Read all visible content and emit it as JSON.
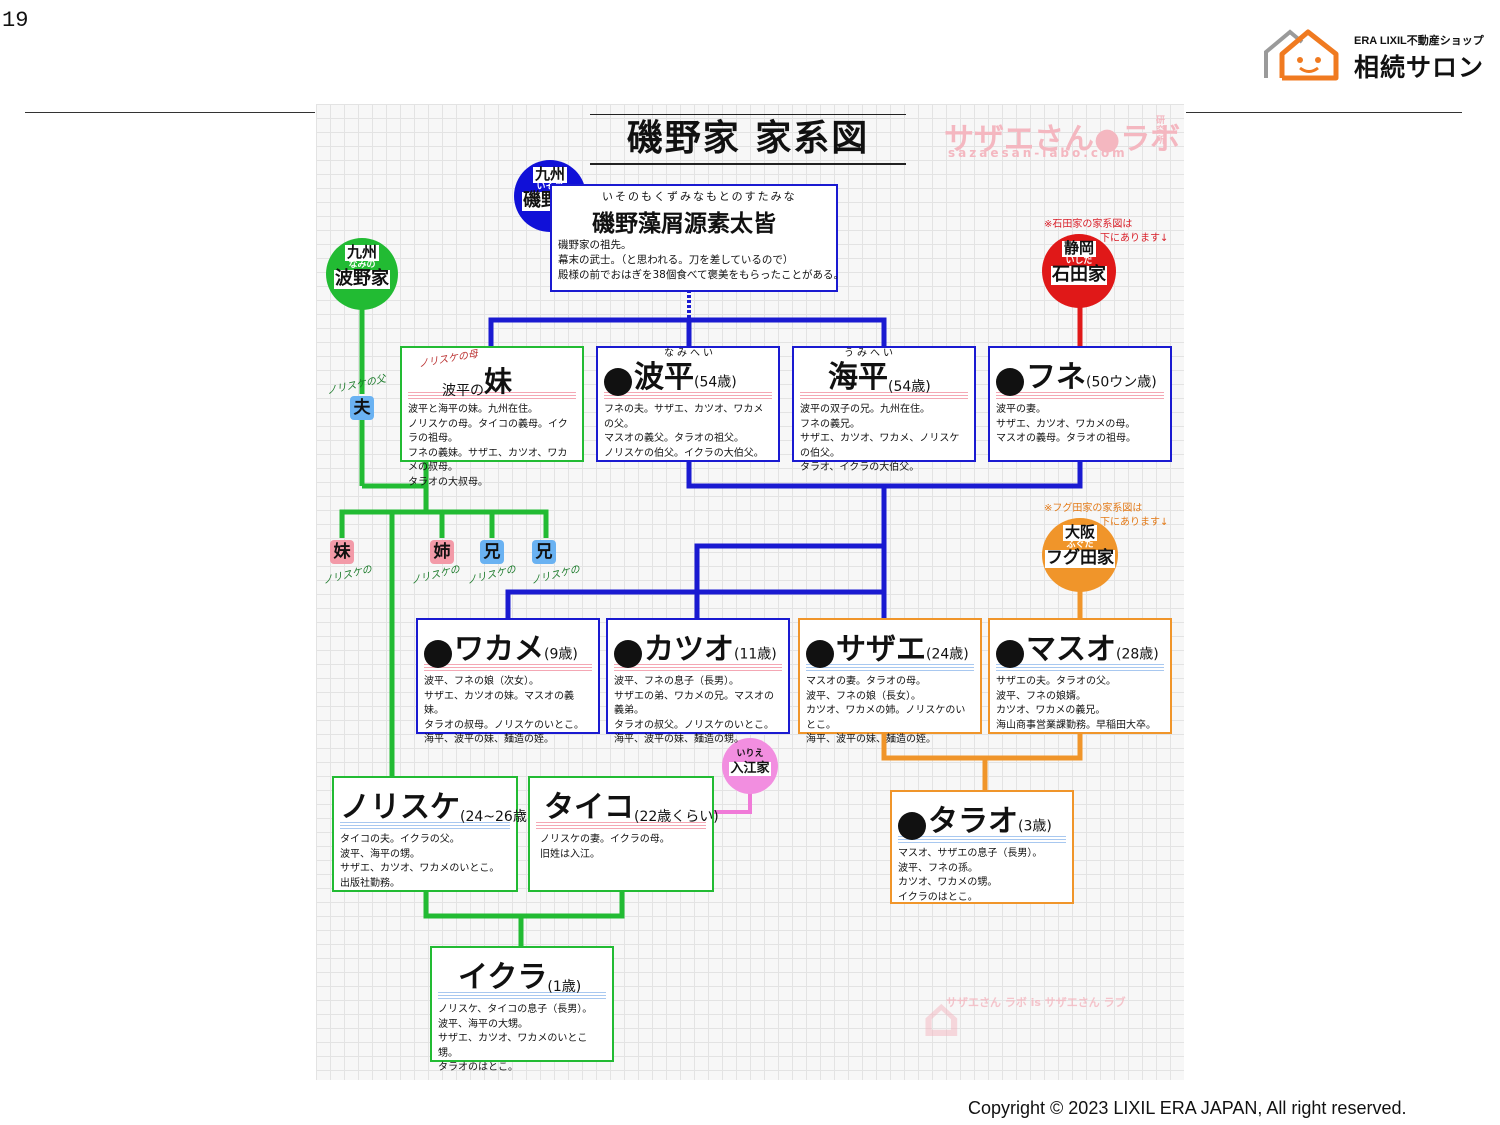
{
  "page_number": "19",
  "logo": {
    "top": "ERA LIXIL不動産ショップ",
    "main": "相続サロン"
  },
  "copyright": "Copyright © 2023 LIXIL ERA JAPAN, All right reserved.",
  "diagram": {
    "title": "磯野家 家系図",
    "watermark": {
      "main": "サザエさん",
      "main2": "ラボ",
      "url": "sazaesan-labo.com",
      "side": "研究所",
      "bottom": "サザエさん ラボ is サザエさん ラブ"
    },
    "circles": {
      "isono": {
        "region": "九州",
        "ruby": "いその",
        "name": "磯野家"
      },
      "namino": {
        "region": "九州",
        "ruby": "なみの",
        "name": "波野家"
      },
      "ishida": {
        "region": "静岡",
        "ruby": "いしだ",
        "name": "石田家"
      },
      "fuguta": {
        "region": "大阪",
        "ruby": "ふぐた",
        "name": "フグ田家"
      },
      "irie": {
        "ruby": "いりえ",
        "name": "入江家"
      }
    },
    "notes": {
      "ishida": [
        "※石田家の家系図は",
        "下にあります↓"
      ],
      "fuguta": [
        "※フグ田家の家系図は",
        "下にあります↓"
      ],
      "norisuke_mother": "ノリスケの母",
      "norisuke_father": "ノリスケの父",
      "sib_imouto": "ノリスケの",
      "sib_ane": "ノリスケの",
      "sib_ani1": "ノリスケの",
      "sib_ani2": "ノリスケの"
    },
    "husband_label": "夫",
    "siblings": [
      "妹",
      "姉",
      "兄",
      "兄"
    ],
    "ancestor": {
      "ruby": "いそのもくずみなもとのすたみな",
      "name": "磯野藻屑源素太皆",
      "desc": [
        "磯野家の祖先。",
        "幕末の武士。（と思われる。刀を差しているので）",
        "殿様の前でおはぎを38個食べて褒美をもらったことがある。"
      ]
    },
    "people": {
      "imouto": {
        "prefix": "波平の",
        "name": "妹",
        "desc": [
          "波平と海平の妹。九州在住。",
          "ノリスケの母。タイコの義母。イクラの祖母。",
          "フネの義妹。サザエ、カツオ、ワカメの叔母。",
          "タラオの大叔母。"
        ]
      },
      "namihei": {
        "ruby": "なみへい",
        "name": "波平",
        "age": "(54歳)",
        "desc": [
          "フネの夫。サザエ、カツオ、ワカメの父。",
          "マスオの義父。タラオの祖父。",
          "ノリスケの伯父。イクラの大伯父。"
        ]
      },
      "umihei": {
        "ruby": "うみへい",
        "name": "海平",
        "age": "(54歳)",
        "desc": [
          "波平の双子の兄。九州在住。",
          "フネの義兄。",
          "サザエ、カツオ、ワカメ、ノリスケの伯父。",
          "タラオ、イクラの大伯父。"
        ]
      },
      "fune": {
        "name": "フネ",
        "age": "(50ウン歳)",
        "desc": [
          "波平の妻。",
          "サザエ、カツオ、ワカメの母。",
          "マスオの義母。タラオの祖母。"
        ]
      },
      "wakame": {
        "name": "ワカメ",
        "age": "(9歳)",
        "desc": [
          "波平、フネの娘（次女）。",
          "サザエ、カツオの妹。マスオの義妹。",
          "タラオの叔母。ノリスケのいとこ。",
          "海平、波平の妹、麺造の姪。"
        ]
      },
      "katsuo": {
        "name": "カツオ",
        "age": "(11歳)",
        "desc": [
          "波平、フネの息子（長男）。",
          "サザエの弟、ワカメの兄。マスオの義弟。",
          "タラオの叔父。ノリスケのいとこ。",
          "海平、波平の妹、麺造の甥。"
        ]
      },
      "sazae": {
        "name": "サザエ",
        "age": "(24歳)",
        "desc": [
          "マスオの妻。タラオの母。",
          "波平、フネの娘（長女）。",
          "カツオ、ワカメの姉。ノリスケのいとこ。",
          "海平、波平の妹、麺造の姪。"
        ]
      },
      "masuo": {
        "name": "マスオ",
        "age": "(28歳)",
        "desc": [
          "サザエの夫。タラオの父。",
          "波平、フネの娘婿。",
          "カツオ、ワカメの義兄。",
          "海山商事営業課勤務。早稲田大卒。"
        ]
      },
      "norisuke": {
        "name": "ノリスケ",
        "age": "(24~26歳)",
        "desc": [
          "タイコの夫。イクラの父。",
          "波平、海平の甥。",
          "サザエ、カツオ、ワカメのいとこ。",
          "出版社勤務。"
        ]
      },
      "taiko": {
        "name": "タイコ",
        "age": "(22歳くらい)",
        "desc": [
          "ノリスケの妻。イクラの母。",
          "旧姓は入江。"
        ]
      },
      "tarao": {
        "name": "タラオ",
        "age": "(3歳)",
        "desc": [
          "マスオ、サザエの息子（長男）。",
          "波平、フネの孫。",
          "カツオ、ワカメの甥。",
          "イクラのはとこ。"
        ]
      },
      "ikura": {
        "name": "イクラ",
        "age": "(1歳)",
        "desc": [
          "ノリスケ、タイコの息子（長男）。",
          "波平、海平の大甥。",
          "サザエ、カツオ、ワカメのいとこ甥。",
          "タラオのはとこ。"
        ]
      }
    }
  }
}
